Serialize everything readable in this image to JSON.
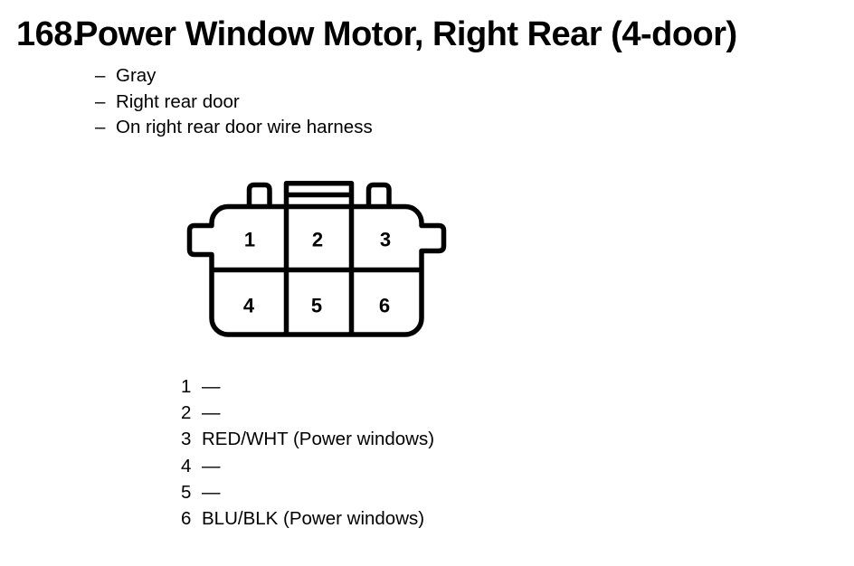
{
  "colors": {
    "ink": "#000000",
    "background": "#ffffff"
  },
  "title": {
    "number": "168.",
    "text": "Power Window Motor, Right Rear (4-door)"
  },
  "notes": [
    {
      "dash": "–",
      "text": "Gray"
    },
    {
      "dash": "–",
      "text": "Right rear door"
    },
    {
      "dash": "–",
      "text": "On right rear door wire harness"
    }
  ],
  "connector": {
    "description": "6-cavity connector, front view, 2 rows by 3 columns",
    "pin_numbers": [
      "1",
      "2",
      "3",
      "4",
      "5",
      "6"
    ]
  },
  "pin_assignments": [
    {
      "pin": "1",
      "wire": "—"
    },
    {
      "pin": "2",
      "wire": "—"
    },
    {
      "pin": "3",
      "wire": "RED/WHT (Power windows)"
    },
    {
      "pin": "4",
      "wire": "—"
    },
    {
      "pin": "5",
      "wire": "—"
    },
    {
      "pin": "6",
      "wire": "BLU/BLK (Power windows)"
    }
  ]
}
